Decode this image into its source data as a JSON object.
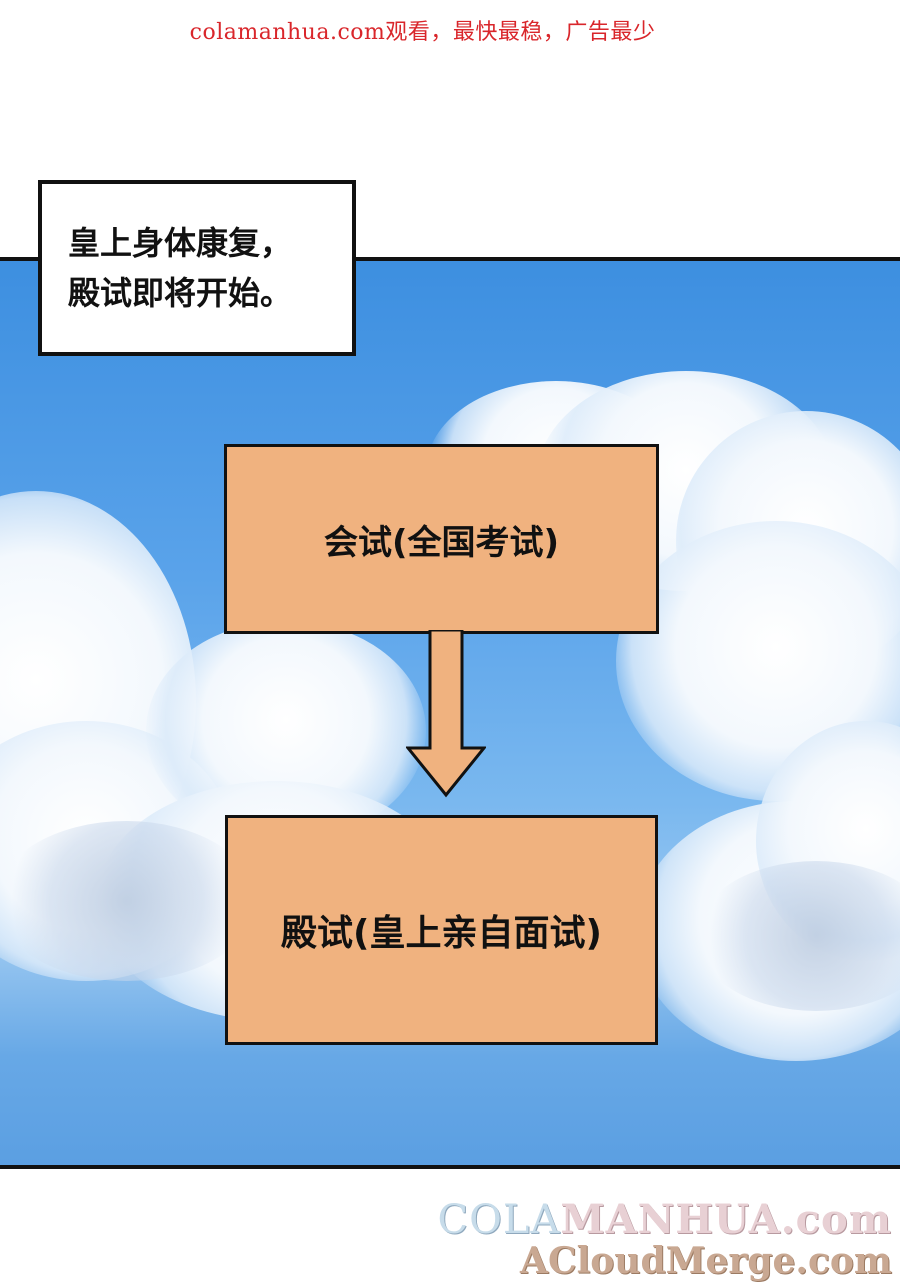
{
  "top_notice": "colamanhua.com观看，最快最稳，广告最少",
  "caption": {
    "line1": "皇上身体康复，",
    "line2": "殿试即将开始。"
  },
  "flowchart": {
    "step1": "会试(全国考试)",
    "step2": "殿试(皇上亲自面试)"
  },
  "watermark": {
    "line1_prefix": "COLA",
    "line1_rest": "MANHUA.com",
    "line2": "ACloudMerge.com"
  },
  "colors": {
    "sky": "#5aa3ea",
    "box_fill": "#f0b27f",
    "notice_red": "#d9262b"
  }
}
